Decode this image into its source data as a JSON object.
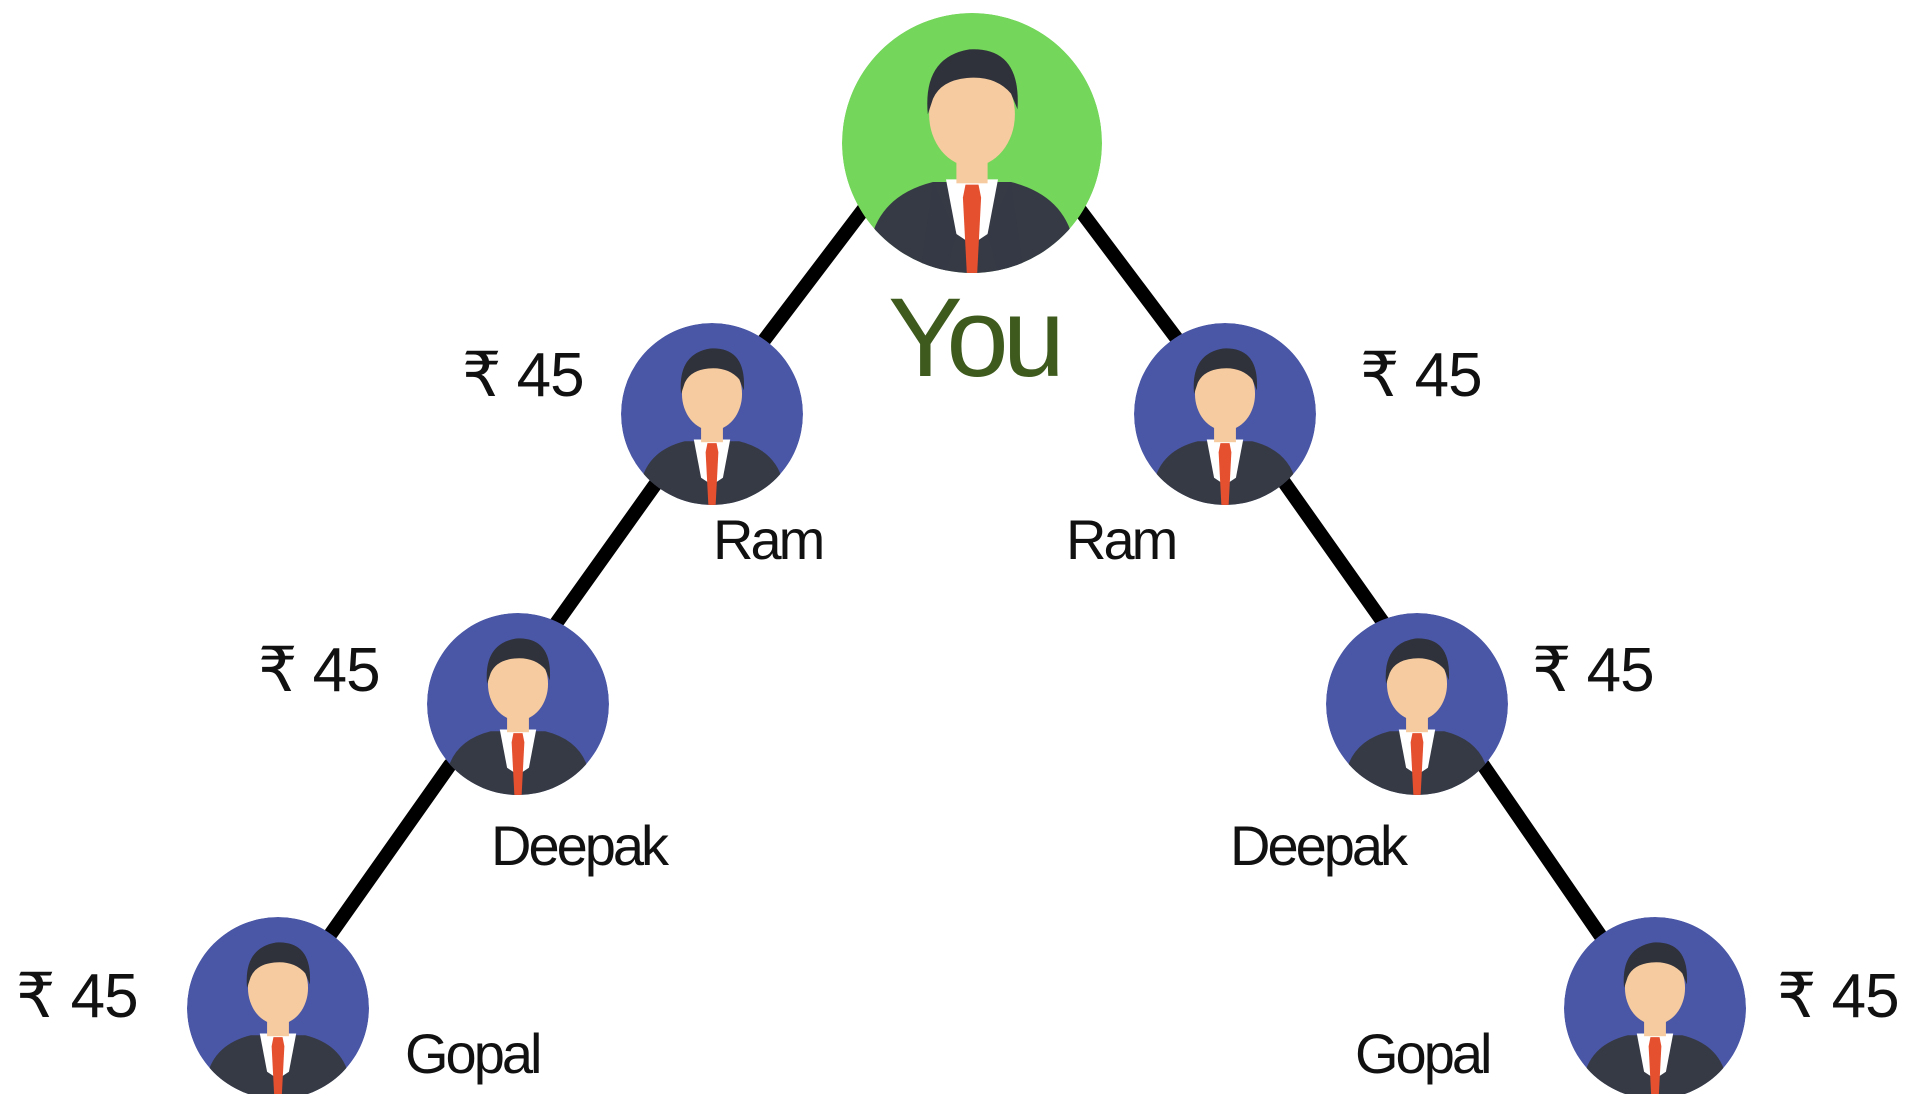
{
  "colors": {
    "root_circle": "#74d65a",
    "member_circle": "#4a57a6",
    "you_text": "#3e5b1d",
    "link": "#000000",
    "skin": "#f6cb9f",
    "hair": "#2f323b",
    "suit": "#363a45",
    "tie": "#e5502f"
  },
  "root": {
    "label": "You",
    "icon": "businessman-avatar-icon"
  },
  "left_branch": [
    {
      "name": "Ram",
      "amount": "₹ 45",
      "icon": "businessman-avatar-icon"
    },
    {
      "name": "Deepak",
      "amount": "₹ 45",
      "icon": "businessman-avatar-icon"
    },
    {
      "name": "Gopal",
      "amount": "₹ 45",
      "icon": "businessman-avatar-icon"
    }
  ],
  "right_branch": [
    {
      "name": "Ram",
      "amount": "₹ 45",
      "icon": "businessman-avatar-icon"
    },
    {
      "name": "Deepak",
      "amount": "₹ 45",
      "icon": "businessman-avatar-icon"
    },
    {
      "name": "Gopal",
      "amount": "₹ 45",
      "icon": "businessman-avatar-icon"
    }
  ]
}
